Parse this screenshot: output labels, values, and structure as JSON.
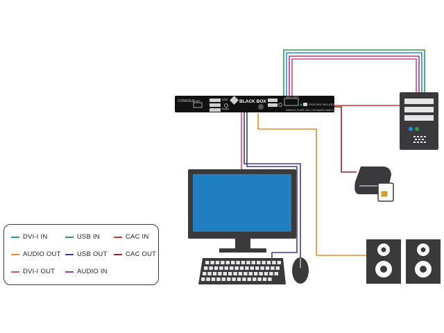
{
  "device": {
    "brand": "BLACK BOX",
    "console_label": "CONSOLE",
    "cac_label": "CAC",
    "kb_label": "K/M",
    "audio_label": "Audio",
    "dvi_label": "DVI-I OUT",
    "isolator_label": "FEATURE ISOLATOR",
    "subtitle": "SINGLE PORT DVI-I W/ AUDIO AND CAC"
  },
  "legend": {
    "items": [
      {
        "label": "DVI-I IN",
        "color": "#1f8fd6"
      },
      {
        "label": "USB IN",
        "color": "#2e9a4c"
      },
      {
        "label": "CAC IN",
        "color": "#d6332b"
      },
      {
        "label": "AUDIO OUT",
        "color": "#f08a24"
      },
      {
        "label": "USB OUT",
        "color": "#3b3a8c"
      },
      {
        "label": "CAC OUT",
        "color": "#8e2025"
      },
      {
        "label": "DVI-I OUT",
        "color": "#e0408a"
      },
      {
        "label": "AUDIO IN",
        "color": "#a03a9a"
      }
    ]
  },
  "colors": {
    "dvi_in": "#1f8fd6",
    "usb_in": "#2e9a4c",
    "cac_in": "#d6332b",
    "audio_out": "#f08a24",
    "usb_out": "#3b3a8c",
    "cac_out": "#8e2025",
    "dvi_out": "#e0408a",
    "audio_in": "#a03a9a",
    "device_body": "#111111",
    "equipment_dark": "#3a3a3c",
    "equipment_light": "#e6e6e6",
    "screen": "#1f7fc0"
  }
}
